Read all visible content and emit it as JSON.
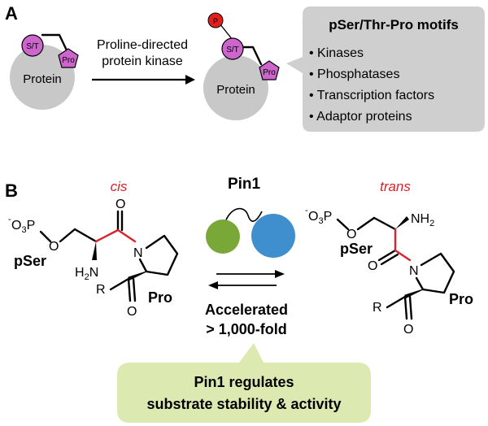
{
  "panel_a": {
    "label": "A",
    "protein_label": "Protein",
    "st_label": "S/T",
    "pro_label": "Pro",
    "p_label": "P",
    "arrow_label_line1": "Proline-directed",
    "arrow_label_line2": "protein kinase",
    "motifs_box": {
      "title": "pSer/Thr-Pro motifs",
      "items": [
        "• Kinases",
        "• Phosphatases",
        "• Transcription factors",
        "• Adaptor proteins"
      ]
    }
  },
  "panel_b": {
    "label": "B",
    "cis_label": "cis",
    "trans_label": "trans",
    "enzyme_label": "Pin1",
    "accel_line1": "Accelerated",
    "accel_line2": "> 1,000-fold",
    "callout_line1": "Pin1 regulates",
    "callout_line2": "substrate stability & activity",
    "psers": "pSer",
    "pro": "Pro",
    "o3p_minus": "-",
    "o3p_text": "O3P",
    "h2n": "H2N",
    "nh2": "NH2",
    "n": "N",
    "o": "O",
    "r": "R"
  },
  "colors": {
    "protein_gray": "#c8c8c8",
    "st_magenta": "#cc66cc",
    "phospho_red": "#e01f1f",
    "pin1_green": "#7aa838",
    "pin1_blue": "#3f8fcf",
    "callout_green": "#dce9b0",
    "motif_box_gray": "#cfcfcf",
    "red_text": "#d9232a"
  }
}
